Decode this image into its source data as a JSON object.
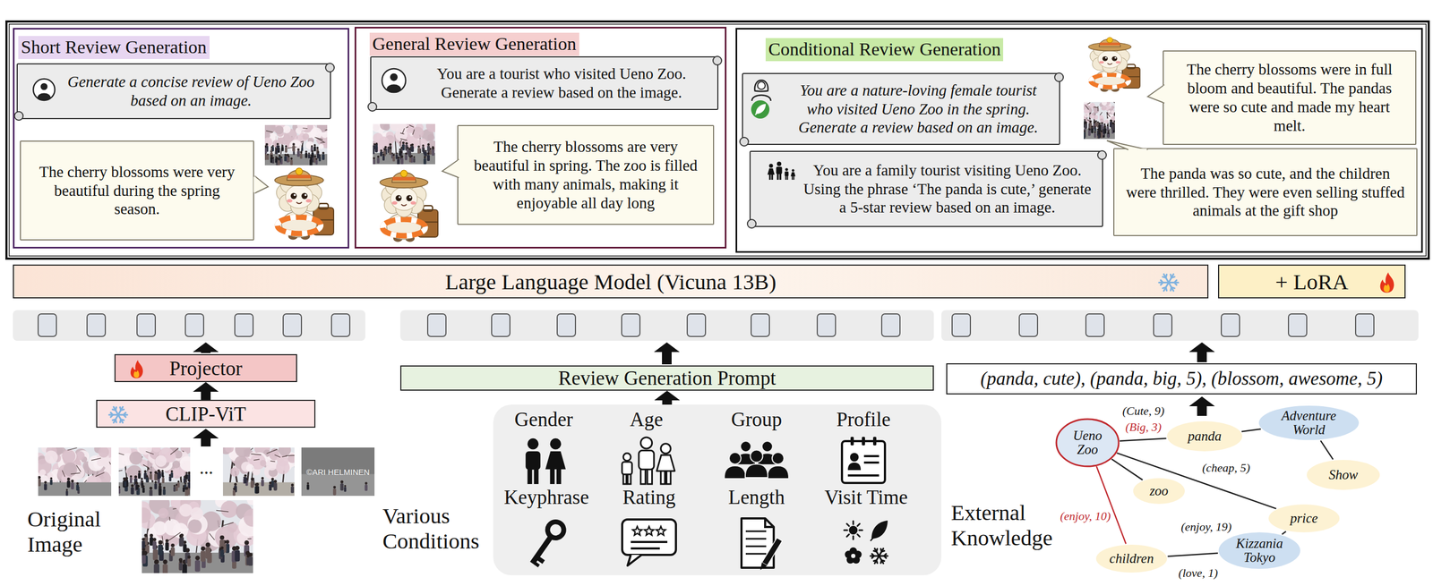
{
  "diagram": {
    "nodes": [
      {
        "text": [
          "Short Review Generation"
        ]
      },
      {
        "text": [
          "Generate a concise review of Ueno Zoo based on an image."
        ],
        "in": 0
      },
      {
        "text": [
          "The cherry blossoms were very beautiful during the spring season."
        ],
        "in": 0
      },
      {
        "text": [
          "General Review Generation"
        ]
      },
      {
        "text": [
          "You are a tourist who visited Ueno Zoo. Generate a review based on the image."
        ],
        "in": 3
      },
      {
        "text": [
          "The cherry blossoms are very beautiful in spring. The zoo is filled with many animals, making it enjoyable all day long"
        ],
        "in": 3
      },
      {
        "text": [
          "Conditional Review Generation"
        ]
      },
      {
        "text": [
          "You are a nature-loving female tourist who visited Ueno Zoo in the spring. Generate a review based on an image."
        ],
        "in": 6
      },
      {
        "text": [
          "The cherry blossoms were in full bloom and beautiful. The pandas were so cute and made my heart melt."
        ],
        "in": 6
      },
      {
        "text": [
          "You are a family tourist visiting Ueno Zoo. Using the phrase ‘The panda is cute,’ generate a 5-star review based on an image."
        ],
        "in": 6
      },
      {
        "text": [
          "The panda was so cute, and the children were thrilled. They were even selling stuffed animals at the gift shop"
        ],
        "in": 6
      },
      {
        "text": [
          "Large Language Model (Vicuna 13B)"
        ]
      },
      {
        "text": [
          "+ LoRA"
        ]
      },
      {
        "text": [
          "Projector"
        ]
      },
      {
        "text": [
          "CLIP-ViT"
        ]
      },
      {
        "text": [
          "Review Generation Prompt"
        ]
      },
      {
        "text": [
          "Gender",
          "Age",
          "Group",
          "Profile",
          "Keyphrase",
          "Rating",
          "Length",
          "Visit Time"
        ]
      },
      {
        "text": [
          "(panda, cute), (panda, big, 5), (blossom, awesome, 5)"
        ]
      },
      {
        "text": [
          "Ueno Zoo"
        ]
      },
      {
        "text": [
          "panda"
        ]
      },
      {
        "text": [
          "Adventure World"
        ]
      },
      {
        "text": [
          "Show"
        ]
      },
      {
        "text": [
          "zoo"
        ]
      },
      {
        "text": [
          "price"
        ]
      },
      {
        "text": [
          "children"
        ]
      },
      {
        "text": [
          "Kizzania Tokyo"
        ]
      }
    ],
    "edges": [
      {
        "from": 14,
        "to": 13,
        "arrow": "to"
      },
      {
        "from": 16,
        "to": 15,
        "arrow": "to"
      },
      {
        "from": 18,
        "to": 19,
        "label": "(Cute, 9)",
        "arrow": "none"
      },
      {
        "from": 19,
        "to": 20,
        "arrow": "none"
      },
      {
        "from": 20,
        "to": 21,
        "arrow": "none"
      },
      {
        "from": 18,
        "to": 22,
        "arrow": "none"
      },
      {
        "from": 18,
        "to": 23,
        "label": "(cheap, 5)",
        "arrow": "none"
      },
      {
        "from": 18,
        "to": 24,
        "label": "(enjoy, 10)",
        "arrow": "none"
      },
      {
        "from": 24,
        "to": 25,
        "label": "(enjoy, 19)",
        "arrow": "none"
      },
      {
        "from": 25,
        "to": 23,
        "arrow": "none"
      }
    ],
    "labels": [
      "...",
      "©ARI HELMINEN",
      "Original Image",
      "Various Conditions",
      "External Knowledge",
      "(Big, 3)",
      "(love, 1)"
    ]
  }
}
